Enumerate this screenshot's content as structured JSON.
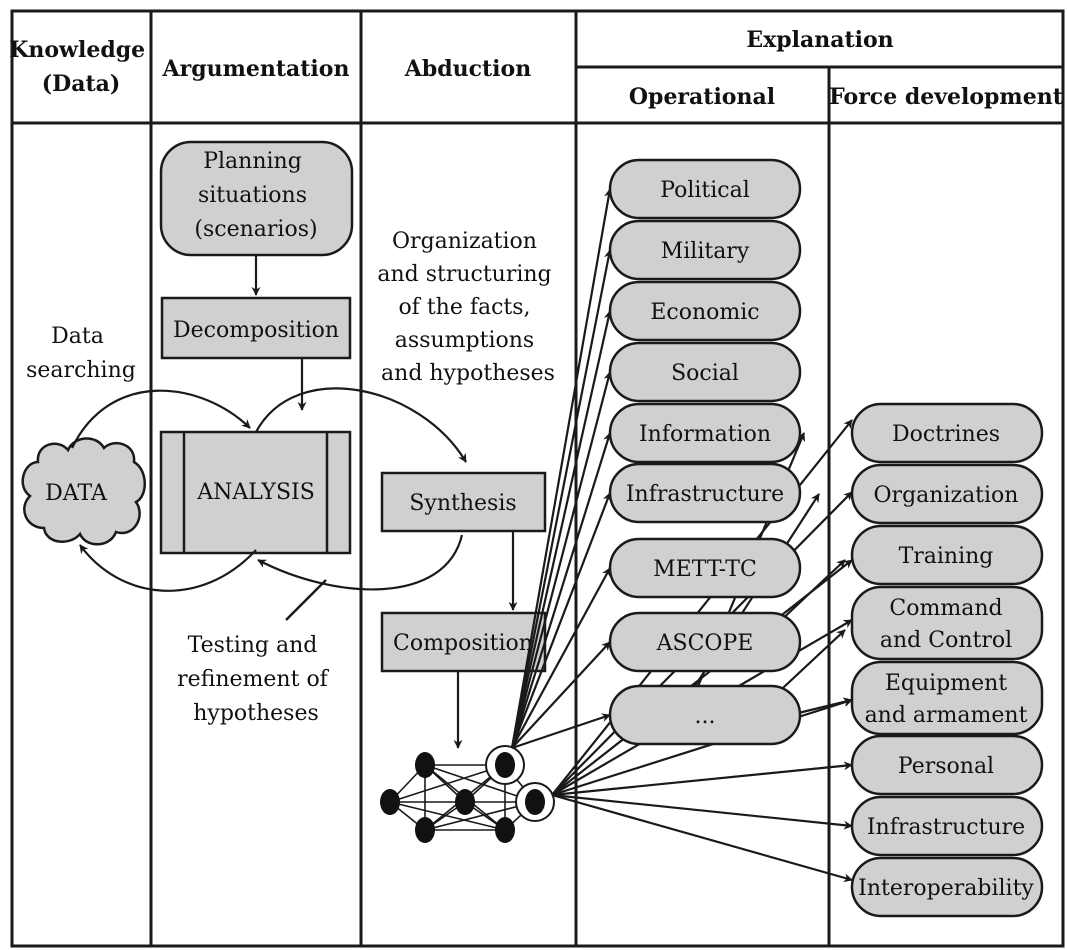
{
  "headers": {
    "knowledge": [
      "Knowledge",
      "(Data)"
    ],
    "argumentation": "Argumentation",
    "abduction": "Abduction",
    "explanation": "Explanation",
    "operational": "Operational",
    "force_development": "Force development"
  },
  "knowledge": {
    "data_searching": [
      "Data",
      "searching"
    ],
    "data_cloud": "DATA"
  },
  "argumentation": {
    "planning": [
      "Planning",
      "situations",
      "(scenarios)"
    ],
    "decomposition": "Decomposition",
    "analysis": "ANALYSIS",
    "testing": [
      "Testing and",
      "refinement of",
      "hypotheses"
    ]
  },
  "abduction": {
    "organization_text": [
      "Organization",
      "and structuring",
      "of the facts,",
      "assumptions",
      "and hypotheses"
    ],
    "synthesis": "Synthesis",
    "composition": "Composition"
  },
  "operational_items": [
    "Political",
    "Military",
    "Economic",
    "Social",
    "Information",
    "Infrastructure",
    "METT-TC",
    "ASCOPE",
    "..."
  ],
  "force_items": [
    "Doctrines",
    "Organization",
    "Training",
    [
      "Command",
      "and Control"
    ],
    [
      "Equipment",
      "and armament"
    ],
    "Personal",
    "Infrastructure",
    "Interoperability"
  ]
}
